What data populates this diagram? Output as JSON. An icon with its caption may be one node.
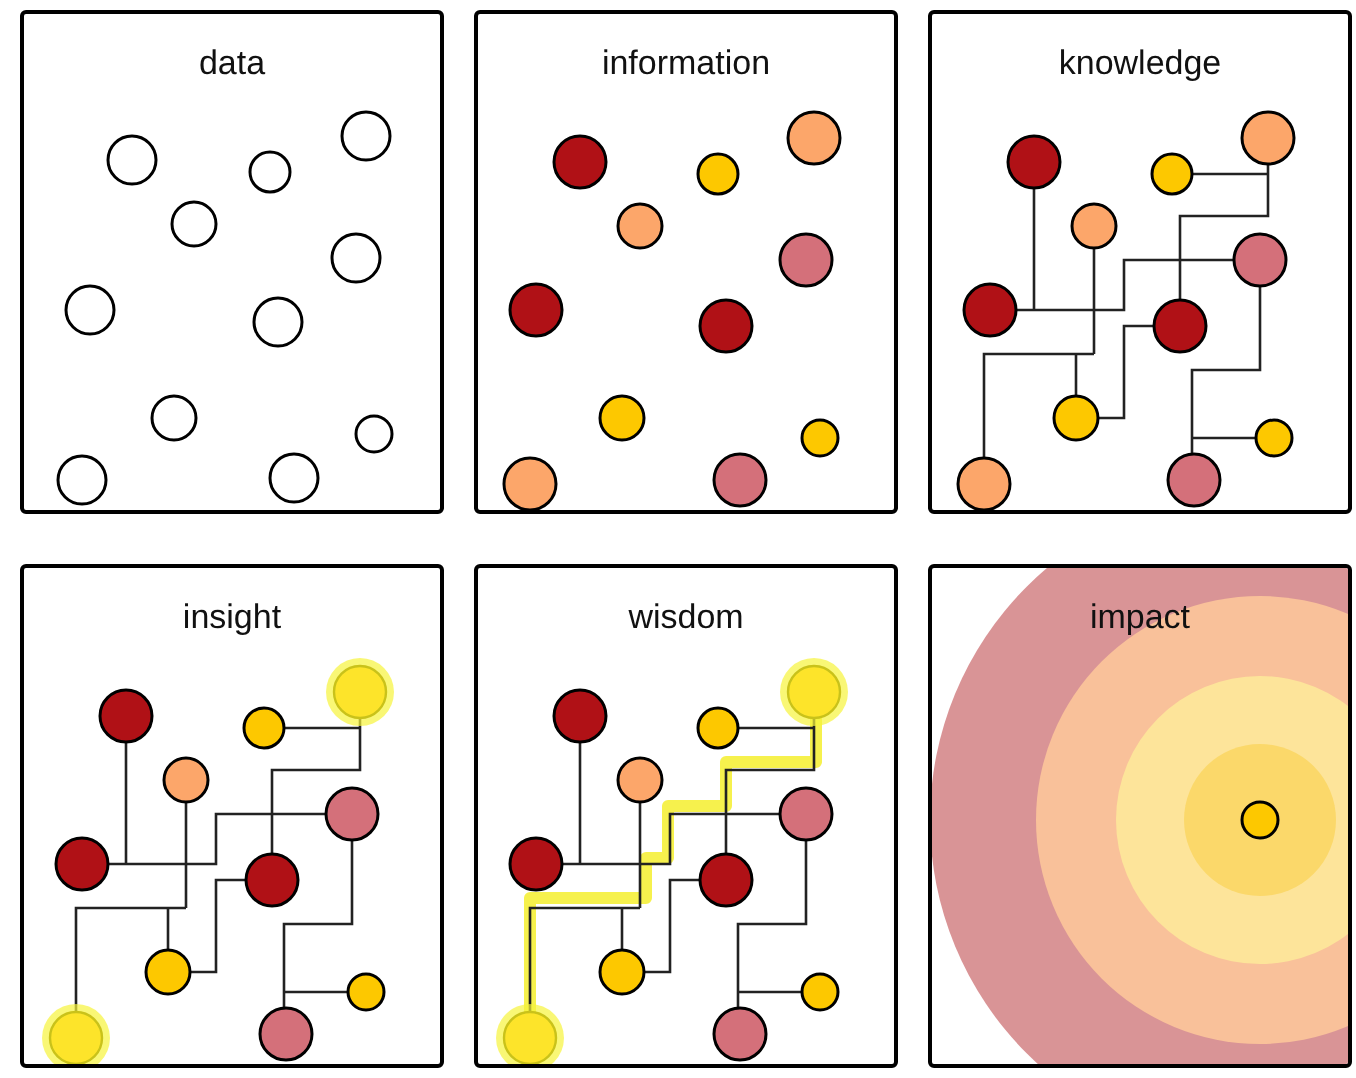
{
  "diagram": {
    "nodes": [
      {
        "text": [
          "data"
        ]
      },
      {
        "text": [
          "information"
        ]
      },
      {
        "text": [
          "knowledge"
        ]
      },
      {
        "text": [
          "insight"
        ]
      },
      {
        "text": [
          "wisdom"
        ]
      },
      {
        "text": [
          "impact"
        ]
      }
    ]
  }
}
